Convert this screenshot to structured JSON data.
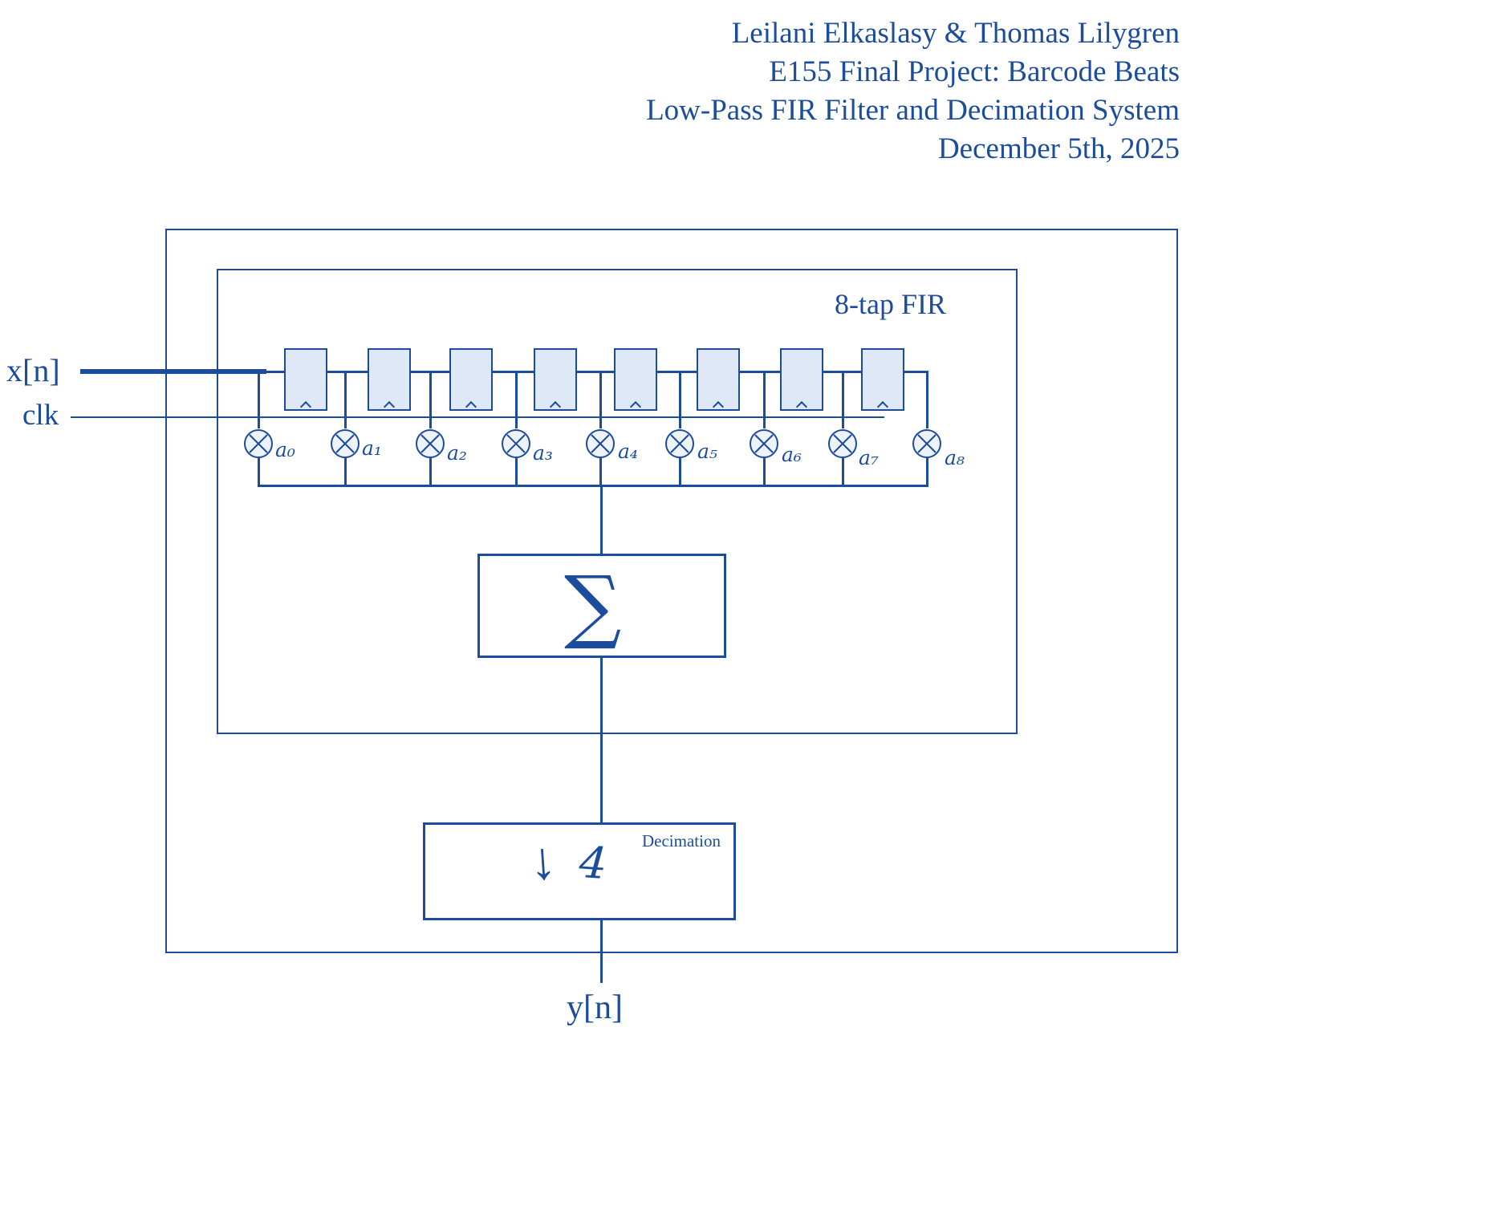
{
  "header": {
    "line1": "Leilani Elkaslasy & Thomas Lilygren",
    "line2": "E155 Final Project: Barcode Beats",
    "line3": "Low-Pass FIR Filter and Decimation System",
    "line4": "December 5th, 2025"
  },
  "diagram": {
    "fir_label": "8-tap FIR",
    "input_label": "x[n]",
    "clk_label": "clk",
    "output_label": "y[n]",
    "sum_symbol": "∑",
    "decimation_label": "Decimation",
    "decimation_arrow": "↓",
    "decimation_factor": "4",
    "coefficients": [
      "a₀",
      "a₁",
      "a₂",
      "a₃",
      "a₄",
      "a₅",
      "a₆",
      "a₇",
      "a₈"
    ]
  },
  "colors": {
    "ink": "#1c4c9c",
    "register_fill": "#dfe8f6"
  }
}
